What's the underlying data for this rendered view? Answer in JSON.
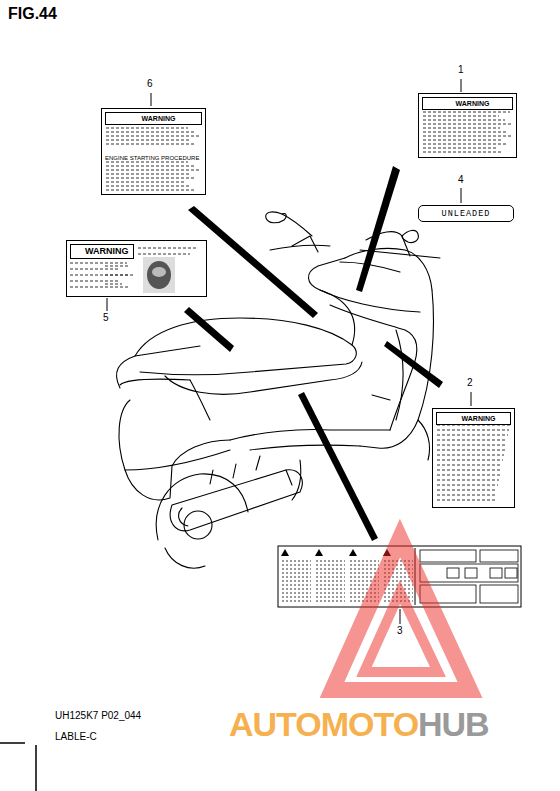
{
  "diagram": {
    "nodes": [
      {
        "text": [
          "WARNING",
          "ENGINE STARTING PROCEDURE"
        ]
      },
      {
        "text": [
          "WARNING"
        ]
      },
      {
        "text": [
          "UNLEADED"
        ]
      },
      {
        "text": [
          "WARNING"
        ]
      },
      {
        "text": [
          "WARNING"
        ]
      }
    ],
    "edges": [],
    "labels": [
      "FIG.44",
      "6",
      "1",
      "4",
      "5",
      "2",
      "3",
      "UH125K7 P02_044",
      "LABLE-C",
      "AUTOMOTO",
      "HUB"
    ]
  }
}
